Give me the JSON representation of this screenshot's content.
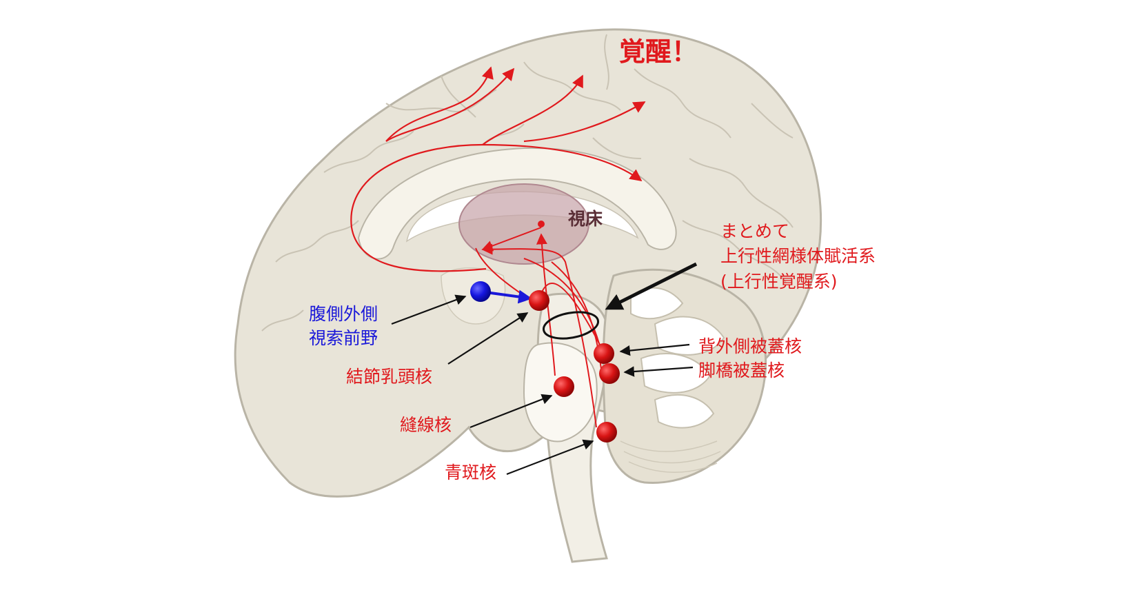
{
  "labels": {
    "awakening": "覚醒！",
    "thalamus": "視床",
    "summary_line1": "まとめて",
    "summary_line2": "上行性網様体賦活系",
    "summary_line3": "(上行性覚醒系)",
    "vlpo_line1": "腹側外側",
    "vlpo_line2": "視索前野",
    "tuberomammillary": "結節乳頭核",
    "raphe": "縫線核",
    "locus_coeruleus": "青斑核",
    "ldt": "背外側被蓋核",
    "ppt": "脚橋被蓋核"
  },
  "colors": {
    "pathway_red": "#e0191d",
    "vlpo_blue": "#1a18d9",
    "brain_fill": "#e8e4d8",
    "brain_outline": "#b9b4a6",
    "thalamus_fill": "#c6a2a8",
    "text_dark": "#5a2e36"
  }
}
